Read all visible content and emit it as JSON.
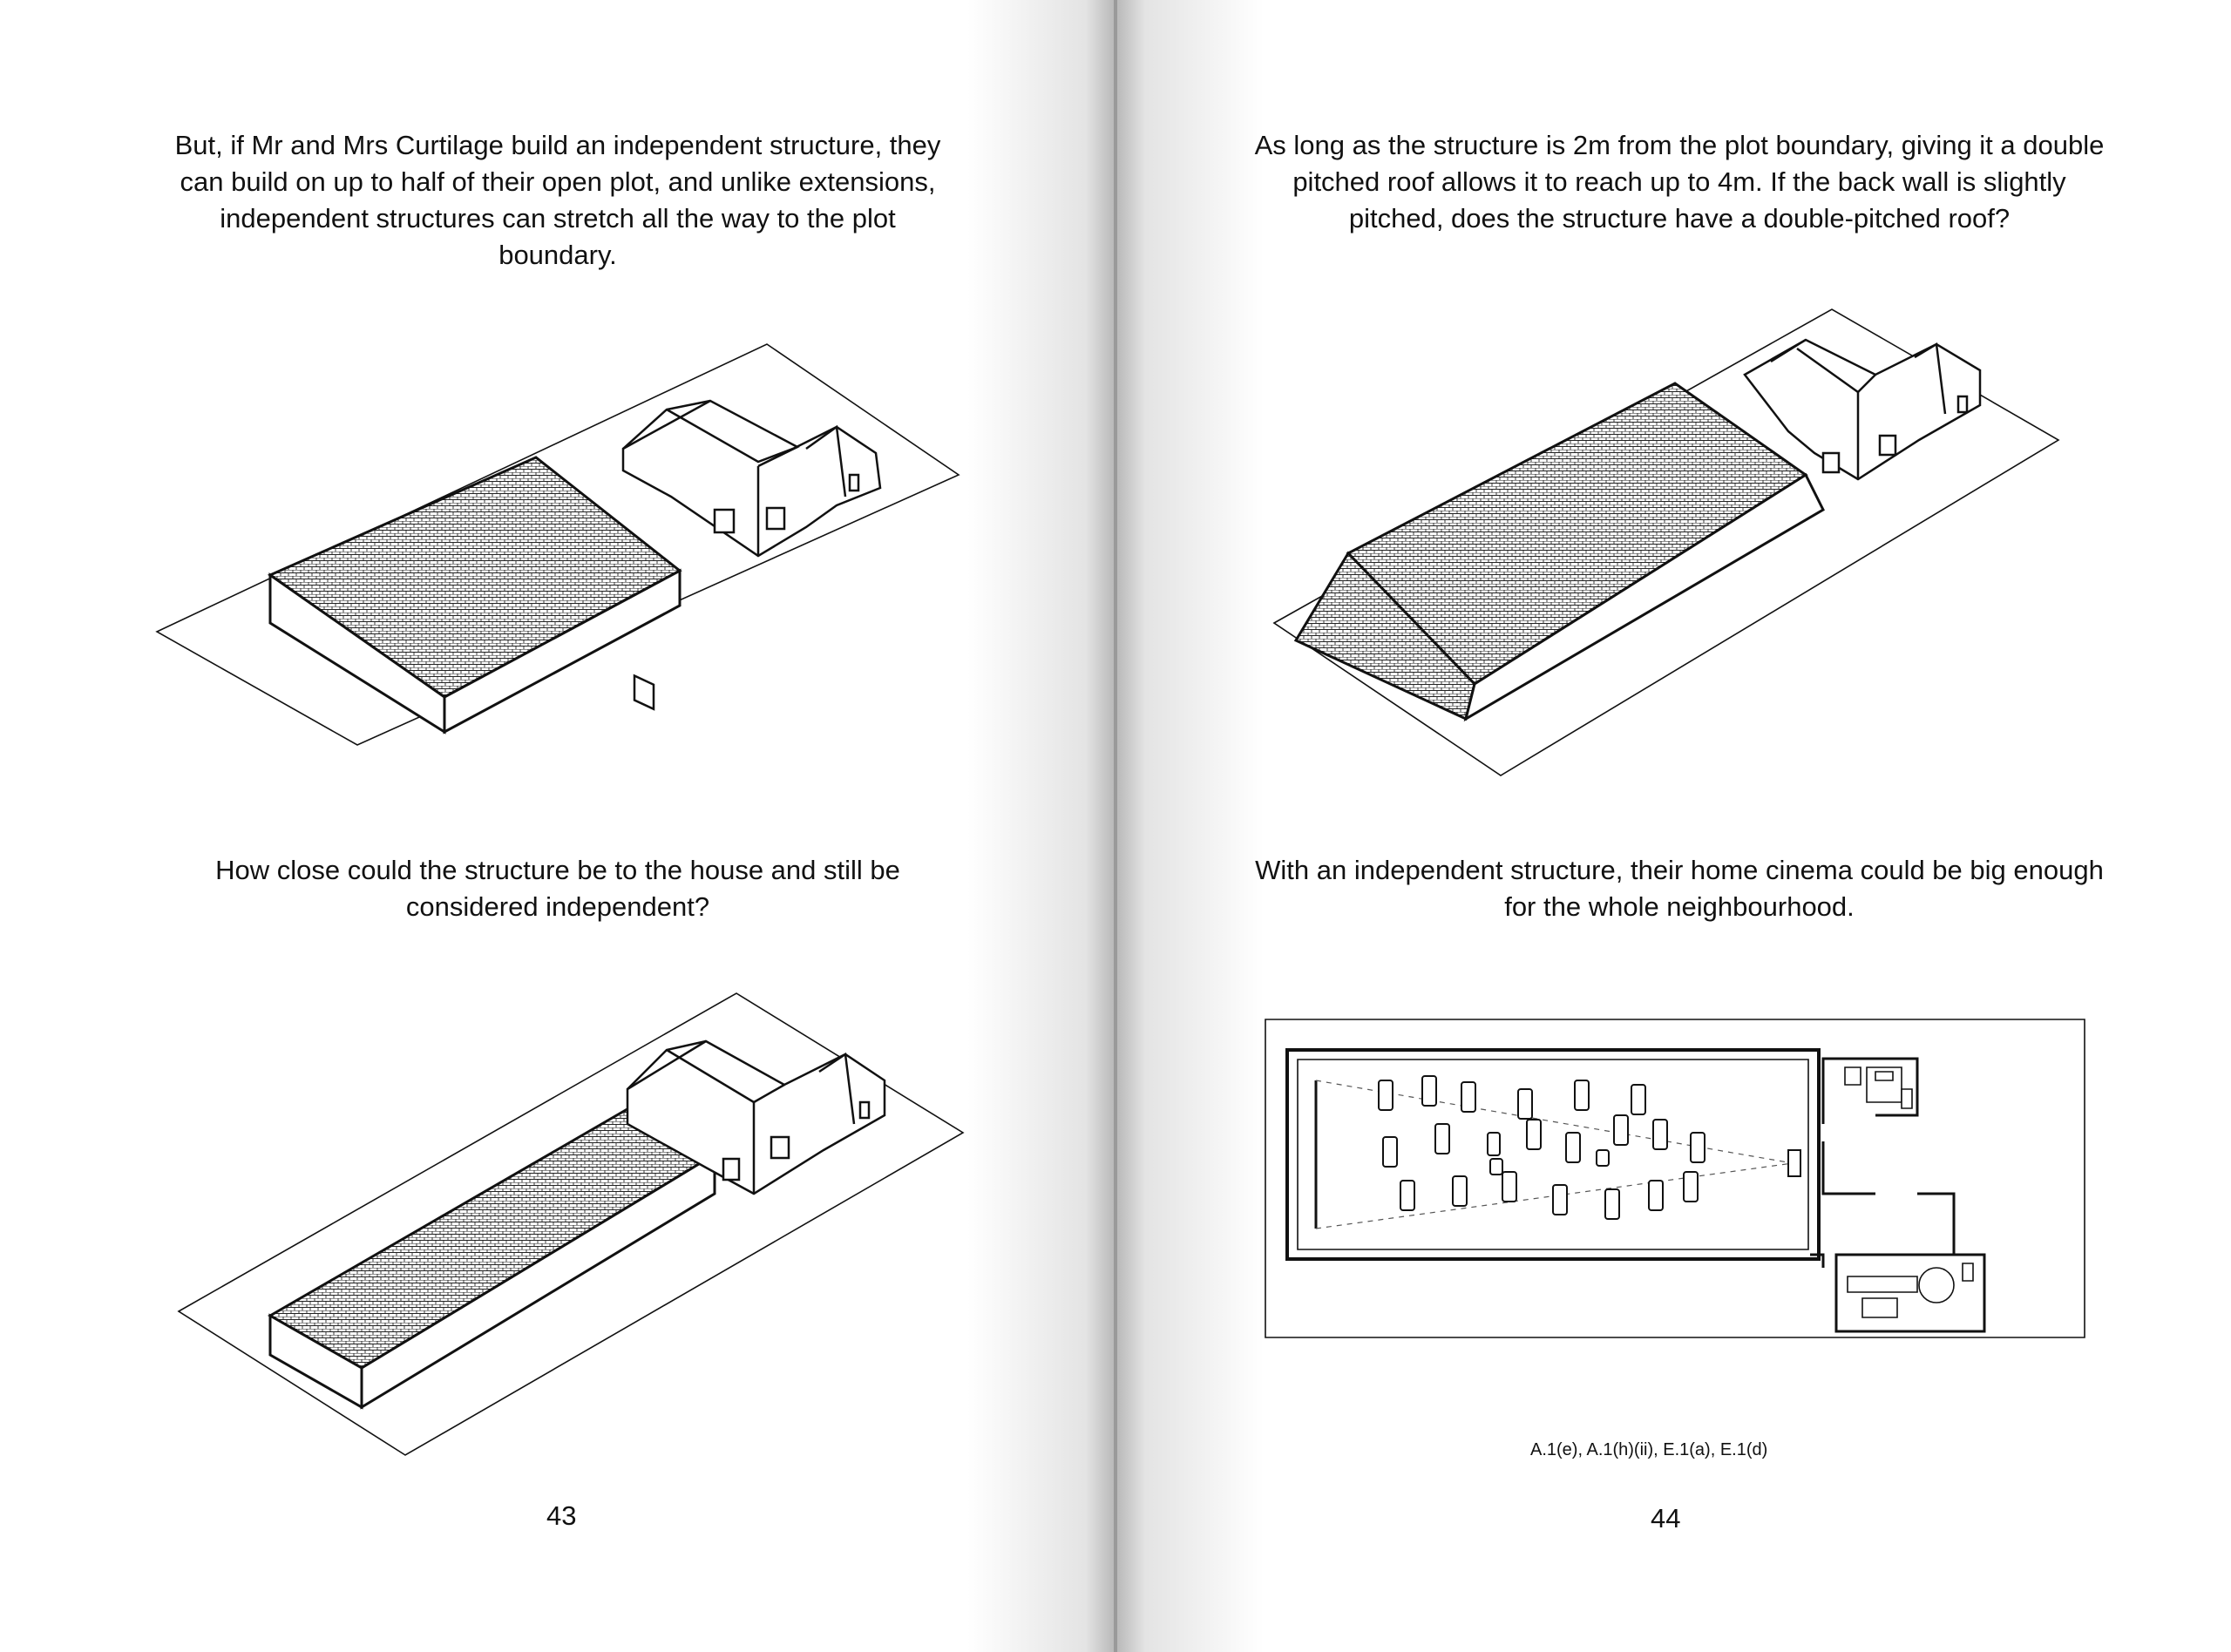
{
  "left_page": {
    "text_top": "But, if Mr and Mrs Curtilage build an independent structure, they can build on up to half of their open plot, and unlike extensions, independent structures can stretch all the way to the plot boundary.",
    "text_bottom": "How close could the structure be to the house and still be considered independent?",
    "page_number": "43"
  },
  "right_page": {
    "text_top": "As long as the structure is 2m from the plot boundary, giving it a double pitched roof allows it to reach up to 4m. If the back wall is slightly pitched, does the structure have a double-pitched roof?",
    "text_bottom": "With an independent structure, their home cinema could be big enough for the whole neighbourhood.",
    "reference": "A.1(e), A.1(h)(ii), E.1(a), E.1(d)",
    "page_number": "44"
  },
  "colors": {
    "paper": "#ffffff",
    "ink": "#111111",
    "gutter_shadow": "#afafaf"
  }
}
